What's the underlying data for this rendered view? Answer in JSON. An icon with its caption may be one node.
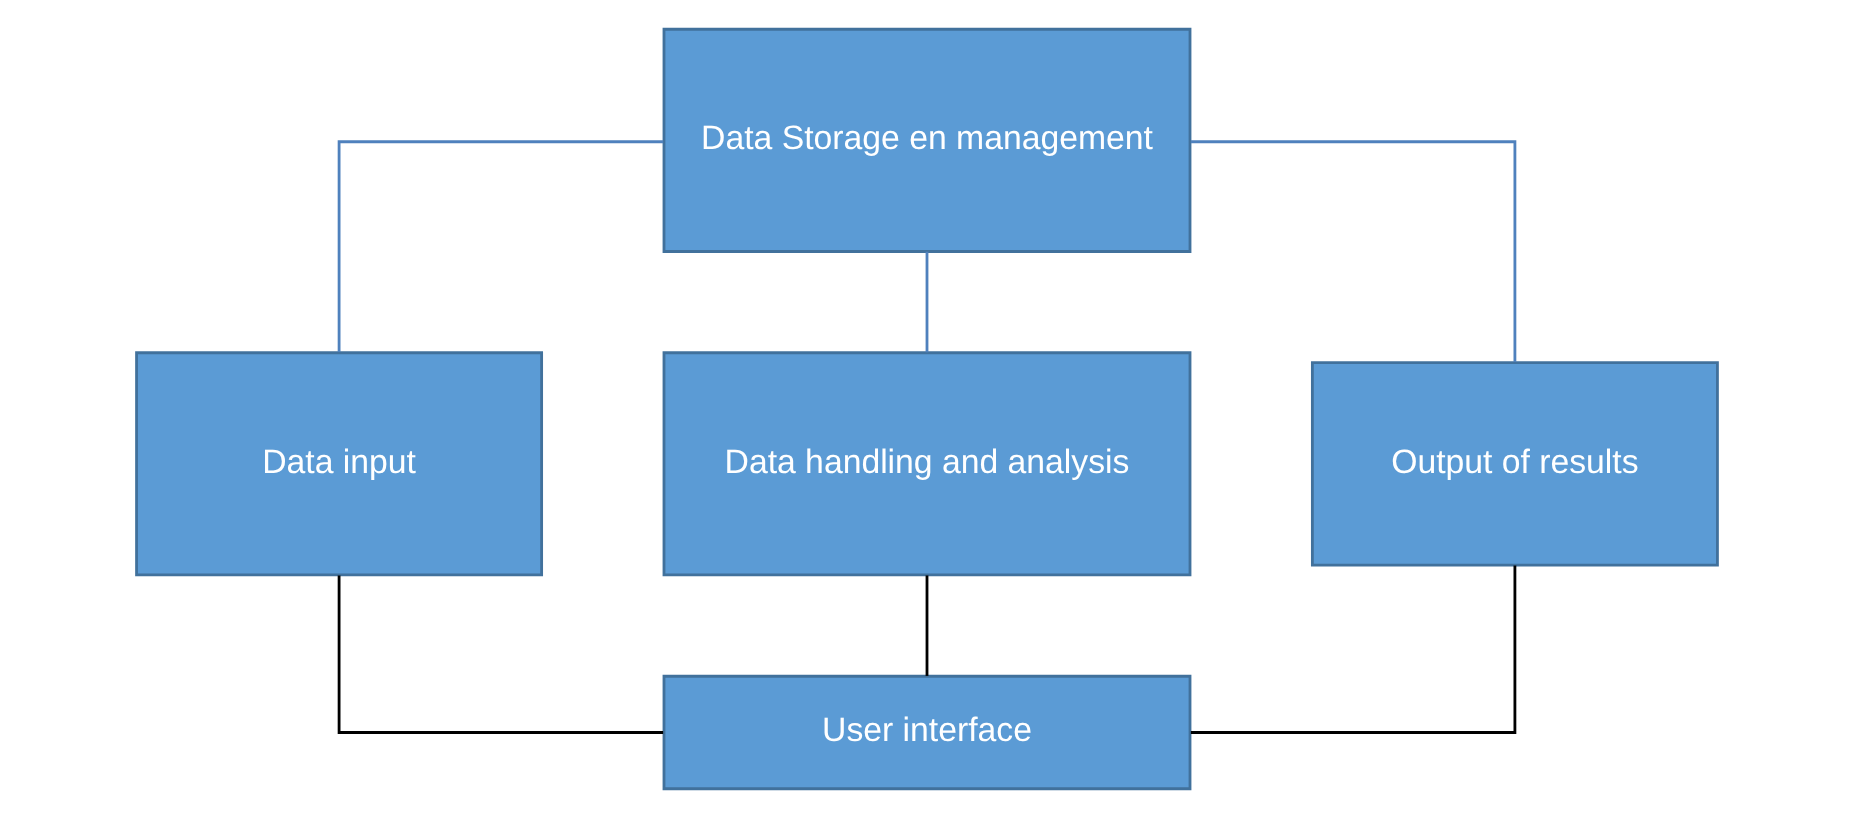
{
  "diagram": {
    "nodes": [
      {
        "text": [
          "Data Storage en management"
        ]
      },
      {
        "text": [
          "Data input"
        ]
      },
      {
        "text": [
          "Data handling and analysis"
        ]
      },
      {
        "text": [
          "Output of results"
        ]
      },
      {
        "text": [
          "User interface"
        ]
      }
    ],
    "edges": [
      {
        "from": 0,
        "to": 1,
        "arrow": "none",
        "color": "#4f81bd"
      },
      {
        "from": 0,
        "to": 2,
        "arrow": "none",
        "color": "#4f81bd"
      },
      {
        "from": 0,
        "to": 3,
        "arrow": "none",
        "color": "#4f81bd"
      },
      {
        "from": 1,
        "to": 4,
        "arrow": "none",
        "color": "#000000"
      },
      {
        "from": 2,
        "to": 4,
        "arrow": "none",
        "color": "#000000"
      },
      {
        "from": 3,
        "to": 4,
        "arrow": "none",
        "color": "#000000"
      }
    ]
  }
}
